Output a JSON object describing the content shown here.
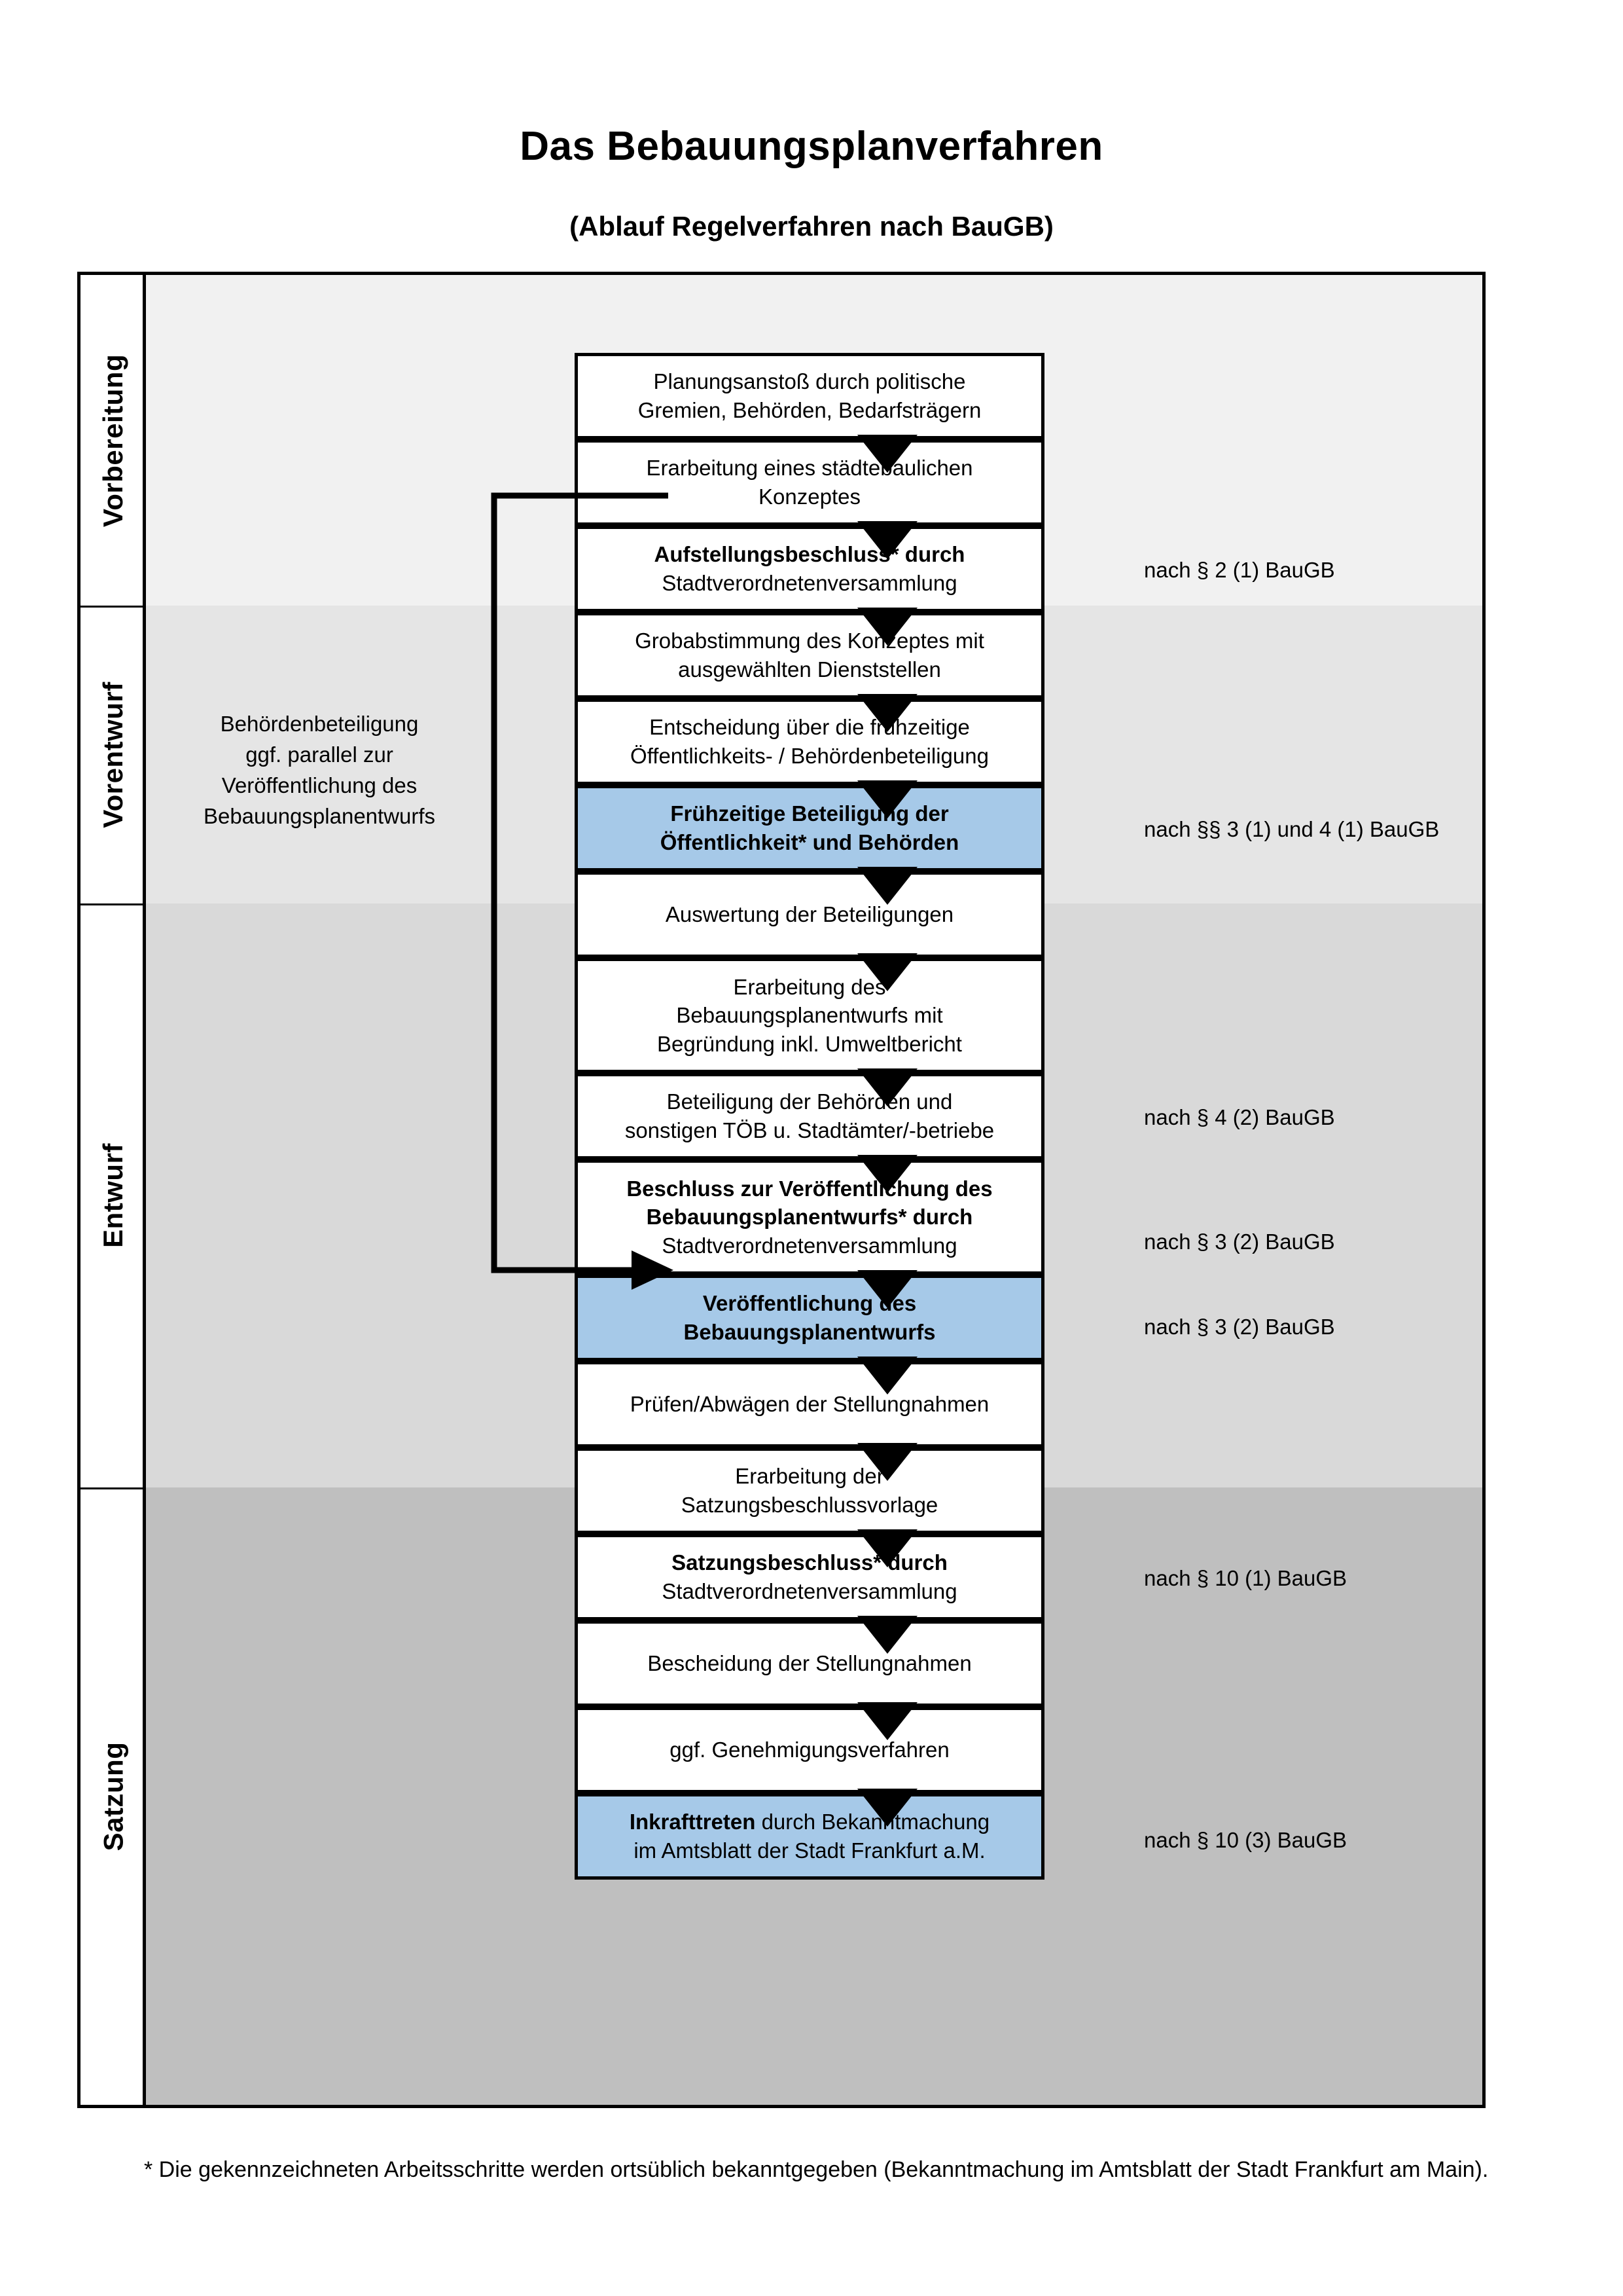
{
  "title": "Das Bebauungsplanverfahren",
  "subtitle": "(Ablauf Regelverfahren nach BauGB)",
  "colors": {
    "highlight_box": "#a6c9e8",
    "band_vorbereitung": "#f1f1f1",
    "band_vorentwurf": "#e5e5e5",
    "band_entwurf": "#d9d9d9",
    "band_satzung": "#bfbfbf",
    "outline": "#000000"
  },
  "phases": [
    {
      "label": "Vorbereitung"
    },
    {
      "label": "Vorentwurf"
    },
    {
      "label": "Entwurf"
    },
    {
      "label": "Satzung"
    }
  ],
  "steps": [
    {
      "id": "s1",
      "phase": "Vorbereitung",
      "text": "Planungsanstoß durch politische Gremien, Behörden, Bedarfsträgern",
      "lines": [
        "Planungsanstoß durch politische",
        "Gremien, Behörden, Bedarfsträgern"
      ],
      "bold_prefix": "",
      "highlighted": false
    },
    {
      "id": "s2",
      "phase": "Vorbereitung",
      "text": "Erarbeitung eines städtebaulichen Konzeptes",
      "lines": [
        "Erarbeitung eines städtebaulichen",
        "Konzeptes"
      ],
      "bold_prefix": "",
      "highlighted": false
    },
    {
      "id": "s3",
      "phase": "Vorbereitung",
      "text": "Aufstellungsbeschluss* durch Stadtverordnetenversammlung",
      "lines": [
        "Aufstellungsbeschluss* durch",
        "Stadtverordnetenversammlung"
      ],
      "bold_prefix": "Aufstellungsbeschluss*",
      "bold_rest": " durch Stadtverordnetenversammlung",
      "highlighted": false
    },
    {
      "id": "s4",
      "phase": "Vorentwurf",
      "text": "Grobabstimmung des Konzeptes mit ausgewählten Dienststellen",
      "lines": [
        "Grobabstimmung des Konzeptes mit",
        "ausgewählten Dienststellen"
      ],
      "bold_prefix": "",
      "highlighted": false
    },
    {
      "id": "s5",
      "phase": "Vorentwurf",
      "text": "Entscheidung über die frühzeitige Öffentlichkeits- / Behördenbeteiligung",
      "lines": [
        "Entscheidung über die frühzeitige",
        "Öffentlichkeits- / Behördenbeteiligung"
      ],
      "bold_prefix": "",
      "highlighted": false
    },
    {
      "id": "s6",
      "phase": "Vorentwurf",
      "text": "Frühzeitige Beteiligung der Öffentlichkeit* und Behörden",
      "lines": [
        "Frühzeitige Beteiligung der",
        "Öffentlichkeit* und Behörden"
      ],
      "bold_all": true,
      "highlighted": true
    },
    {
      "id": "s7",
      "phase": "Entwurf",
      "text": "Auswertung der Beteiligungen",
      "lines": [
        "Auswertung der Beteiligungen"
      ],
      "bold_prefix": "",
      "highlighted": false
    },
    {
      "id": "s8",
      "phase": "Entwurf",
      "text": "Erarbeitung des Bebauungsplanentwurfs mit Begründung inkl. Umweltbericht",
      "lines": [
        "Erarbeitung des",
        "Bebauungsplanentwurfs mit",
        "Begründung inkl. Umweltbericht"
      ],
      "bold_prefix": "",
      "highlighted": false
    },
    {
      "id": "s9",
      "phase": "Entwurf",
      "text": "Beteiligung der Behörden und sonstigen TÖB u. Stadtämter/-betriebe",
      "lines": [
        "Beteiligung der Behörden und",
        "sonstigen TÖB u. Stadtämter/-betriebe"
      ],
      "bold_prefix": "",
      "highlighted": false
    },
    {
      "id": "s10",
      "phase": "Entwurf",
      "text": "Beschluss zur Veröffentlichung des Bebauungsplanentwurfs* durch Stadtverordnetenversammlung",
      "lines": [
        "Beschluss zur Veröffentlichung des",
        "Bebauungsplanentwurfs* durch",
        "Stadtverordnetenversammlung"
      ],
      "bold_prefix": "Beschluss zur Veröffentlichung des Bebauungsplanentwurfs*",
      "bold_rest": " durch Stadtverordnetenversammlung",
      "highlighted": false
    },
    {
      "id": "s11",
      "phase": "Entwurf",
      "text": "Veröffentlichung des Bebauungsplanentwurfs",
      "lines": [
        "Veröffentlichung des",
        "Bebauungsplanentwurfs"
      ],
      "bold_all": true,
      "highlighted": true
    },
    {
      "id": "s12",
      "phase": "Satzung",
      "text": "Prüfen/Abwägen der Stellungnahmen",
      "lines": [
        "Prüfen/Abwägen der Stellungnahmen"
      ],
      "bold_prefix": "",
      "highlighted": false
    },
    {
      "id": "s13",
      "phase": "Satzung",
      "text": "Erarbeitung der Satzungsbeschlussvorlage",
      "lines": [
        "Erarbeitung der",
        "Satzungsbeschlussvorlage"
      ],
      "bold_prefix": "",
      "highlighted": false
    },
    {
      "id": "s14",
      "phase": "Satzung",
      "text": "Satzungsbeschluss* durch Stadtverordnetenversammlung",
      "lines": [
        "Satzungsbeschluss* durch",
        "Stadtverordnetenversammlung"
      ],
      "bold_prefix": "Satzungsbeschluss*",
      "bold_rest": " durch Stadtverordnetenversammlung",
      "highlighted": false
    },
    {
      "id": "s15",
      "phase": "Satzung",
      "text": "Bescheidung der Stellungnahmen",
      "lines": [
        "Bescheidung der Stellungnahmen"
      ],
      "bold_prefix": "",
      "highlighted": false
    },
    {
      "id": "s16",
      "phase": "Satzung",
      "text": "ggf. Genehmigungsverfahren",
      "lines": [
        "ggf. Genehmigungsverfahren"
      ],
      "bold_prefix": "",
      "highlighted": false
    },
    {
      "id": "s17",
      "phase": "Satzung",
      "text": "Inkrafttreten durch Bekanntmachung im Amtsblatt der Stadt Frankfurt a.M.",
      "lines": [
        "Inkrafttreten durch Bekanntmachung",
        "im Amtsblatt der Stadt Frankfurt a.M."
      ],
      "bold_prefix": "Inkrafttreten",
      "bold_rest": " durch Bekanntmachung im Amtsblatt der Stadt Frankfurt a.M.",
      "highlighted": true
    }
  ],
  "side_note": {
    "lines": [
      "Behördenbeteiligung",
      "ggf. parallel zur",
      "Veröffentlichung des",
      "Bebauungsplanentwurfs"
    ],
    "text": "Behördenbeteiligung ggf. parallel zur Veröffentlichung des Bebauungsplanentwurfs"
  },
  "legal_refs": [
    {
      "id": "l1",
      "text": "nach § 2 (1) BauGB",
      "for_step": "s3"
    },
    {
      "id": "l2",
      "text": "nach §§ 3 (1) und 4 (1) BauGB",
      "for_step": "s6"
    },
    {
      "id": "l3",
      "text": "nach § 4 (2) BauGB",
      "for_step": "s9"
    },
    {
      "id": "l4",
      "text": "nach § 3 (2) BauGB",
      "for_step": "s10"
    },
    {
      "id": "l5",
      "text": "nach § 3 (2) BauGB",
      "for_step": "s11"
    },
    {
      "id": "l6",
      "text": "nach § 10 (1) BauGB",
      "for_step": "s14"
    },
    {
      "id": "l7",
      "text": "nach § 10 (3) BauGB",
      "for_step": "s17"
    }
  ],
  "footnote": "* Die gekennzeichneten Arbeitsschritte werden ortsüblich bekanntgegeben (Bekanntmachung im Amtsblatt  der Stadt Frankfurt am Main)."
}
